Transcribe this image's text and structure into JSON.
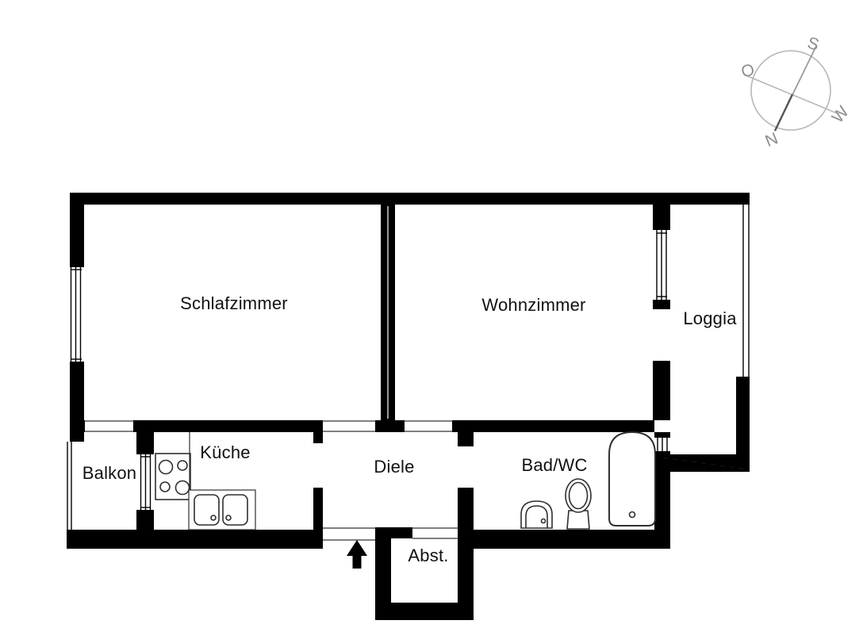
{
  "colors": {
    "wall": "#000000",
    "fixture_stroke": "#2f2f2f",
    "compass_gray": "#b4b4b4",
    "needle_gray": "#777777",
    "label_text": "#111111"
  },
  "compass": {
    "points": [
      {
        "dir": "south",
        "label": "S"
      },
      {
        "dir": "east",
        "label": "O"
      },
      {
        "dir": "west",
        "label": "W"
      },
      {
        "dir": "north",
        "label": "N"
      }
    ]
  },
  "rooms": [
    {
      "id": "schlafzimmer",
      "label": "Schlafzimmer"
    },
    {
      "id": "wohnzimmer",
      "label": "Wohnzimmer"
    },
    {
      "id": "loggia",
      "label": "Loggia"
    },
    {
      "id": "balkon",
      "label": "Balkon"
    },
    {
      "id": "kueche",
      "label": "Küche"
    },
    {
      "id": "diele",
      "label": "Diele"
    },
    {
      "id": "bad-wc",
      "label": "Bad/WC"
    },
    {
      "id": "abstellraum",
      "label": "Abst."
    }
  ],
  "icons": {
    "entrance_arrow": "up-arrow",
    "compass_rose": "compass"
  },
  "fixtures": [
    "stove",
    "kitchen-double-sink",
    "washbasin",
    "toilet",
    "bathtub"
  ]
}
